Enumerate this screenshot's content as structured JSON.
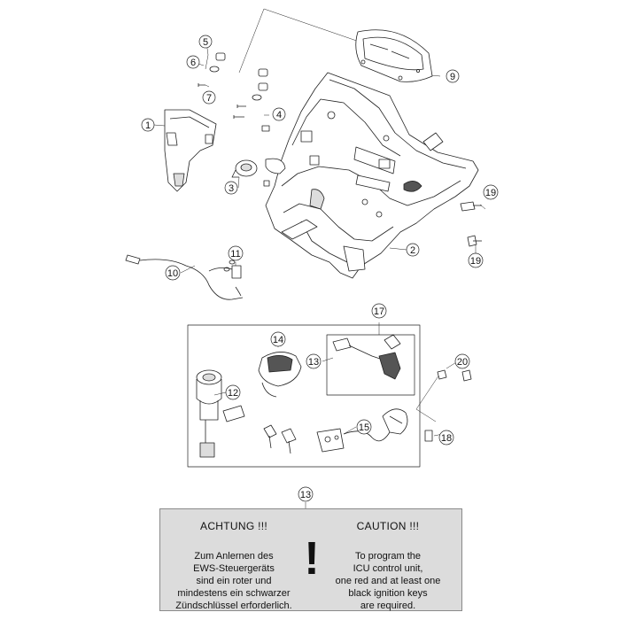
{
  "callouts": {
    "c1": "1",
    "c2": "2",
    "c3": "3",
    "c4": "4",
    "c5": "5",
    "c6": "6",
    "c7": "7",
    "c9": "9",
    "c10": "10",
    "c11": "11",
    "c12": "12",
    "c13a": "13",
    "c13b": "13",
    "c14": "14",
    "c15": "15",
    "c17": "17",
    "c18": "18",
    "c19a": "19",
    "c19b": "19",
    "c20": "20"
  },
  "notice": {
    "de_heading": "ACHTUNG !!!",
    "de_text": "Zum Anlernen des\nEWS-Steuergeräts\nsind ein roter und\nmindestens ein schwarzer\nZündschlüssel erforderlich.",
    "en_heading": "CAUTION !!!",
    "en_text": "To program the\nICU control unit,\none red and at least one\nblack ignition keys\nare required.",
    "warning_symbol": "!",
    "background": "#dcdcdc"
  },
  "colors": {
    "line": "#222222",
    "fill": "#ffffff",
    "accent": "#555555"
  }
}
